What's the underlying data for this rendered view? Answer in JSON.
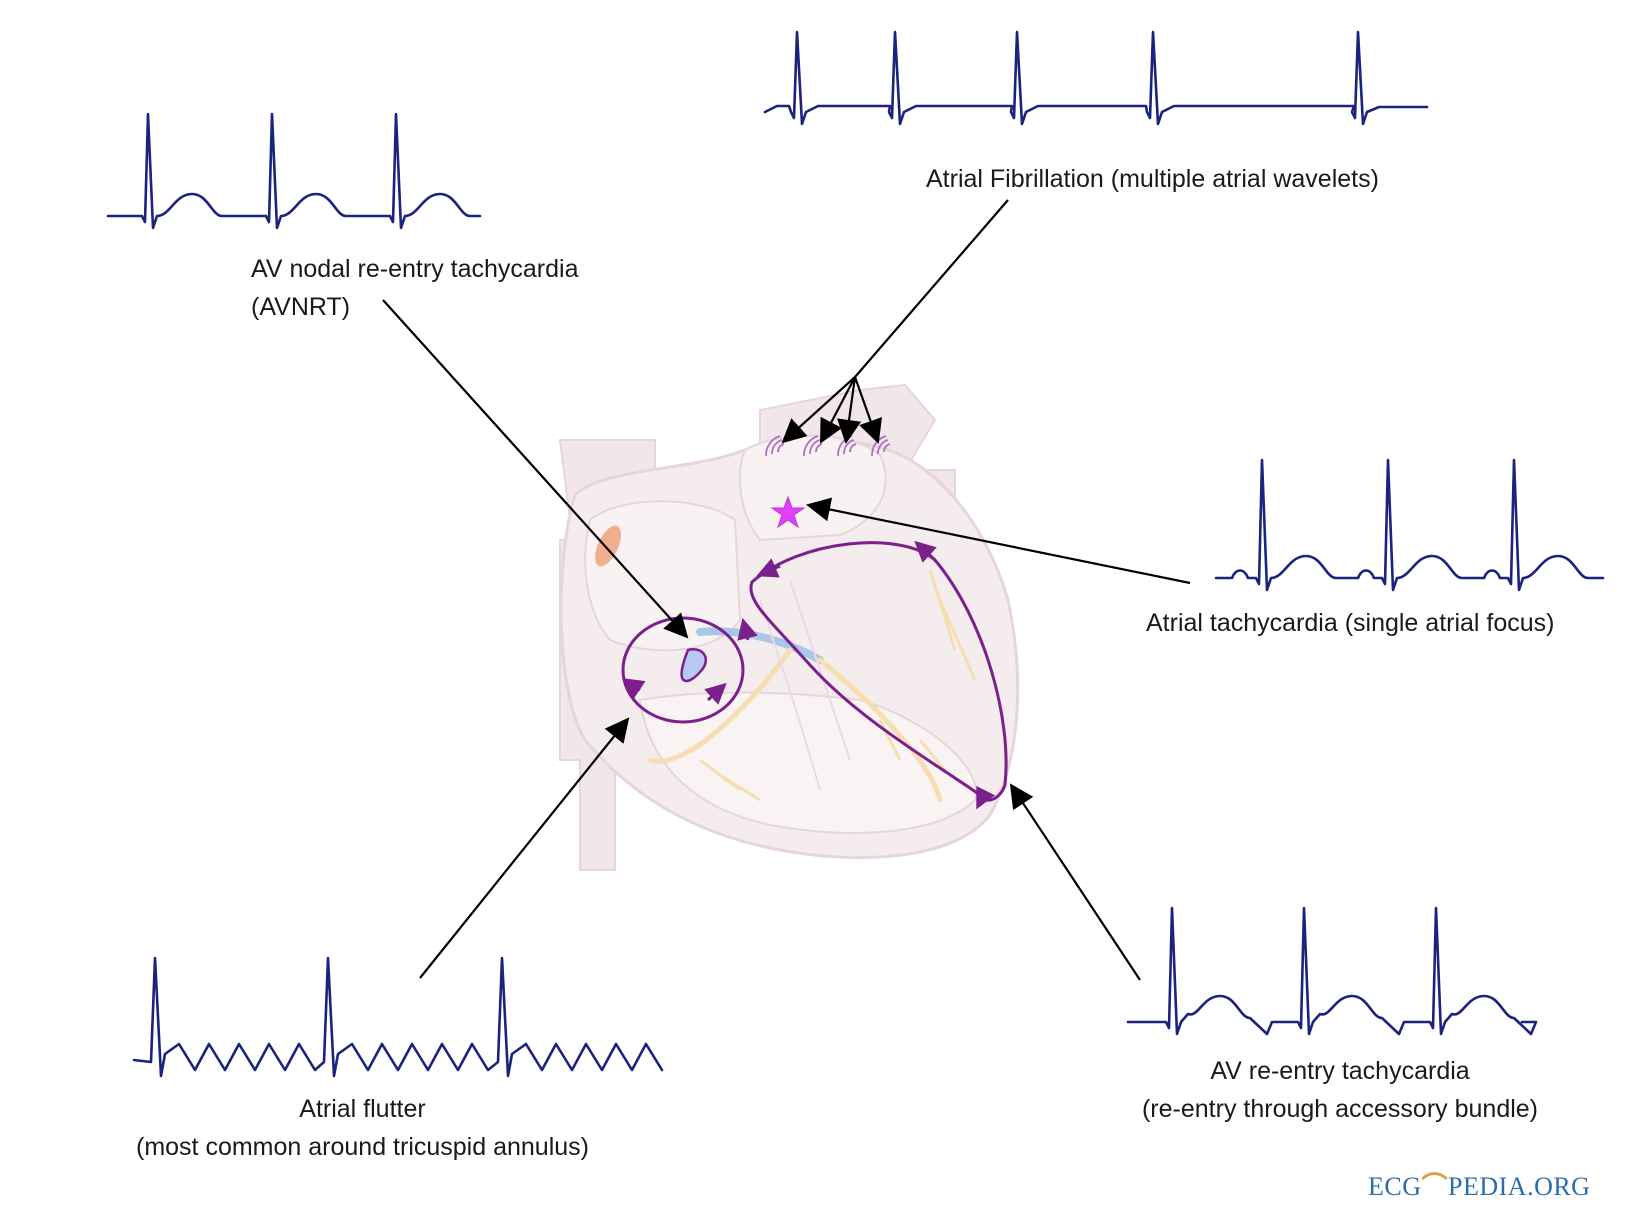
{
  "labels": {
    "avnrt_line1": "AV nodal re-entry tachycardia",
    "avnrt_line2": "(AVNRT)",
    "afib": "Atrial Fibrillation (multiple atrial wavelets)",
    "atrial_tachy": "Atrial tachycardia (single atrial focus)",
    "flutter_line1": "Atrial flutter",
    "flutter_line2": "(most common around tricuspid annulus)",
    "avrt_line1": "AV re-entry tachycardia",
    "avrt_line2": "(re-entry through accessory bundle)"
  },
  "logo": {
    "left": "ECG",
    "right": "PEDIA.ORG"
  },
  "colors": {
    "ecg_trace": "#1a237e",
    "reentry_circuit": "#7b1f8c",
    "focus_star": "#e040fb",
    "heart_fill": "#f3e9ec",
    "conduction": "#f5deb0",
    "logo": "#2b6cb0"
  }
}
